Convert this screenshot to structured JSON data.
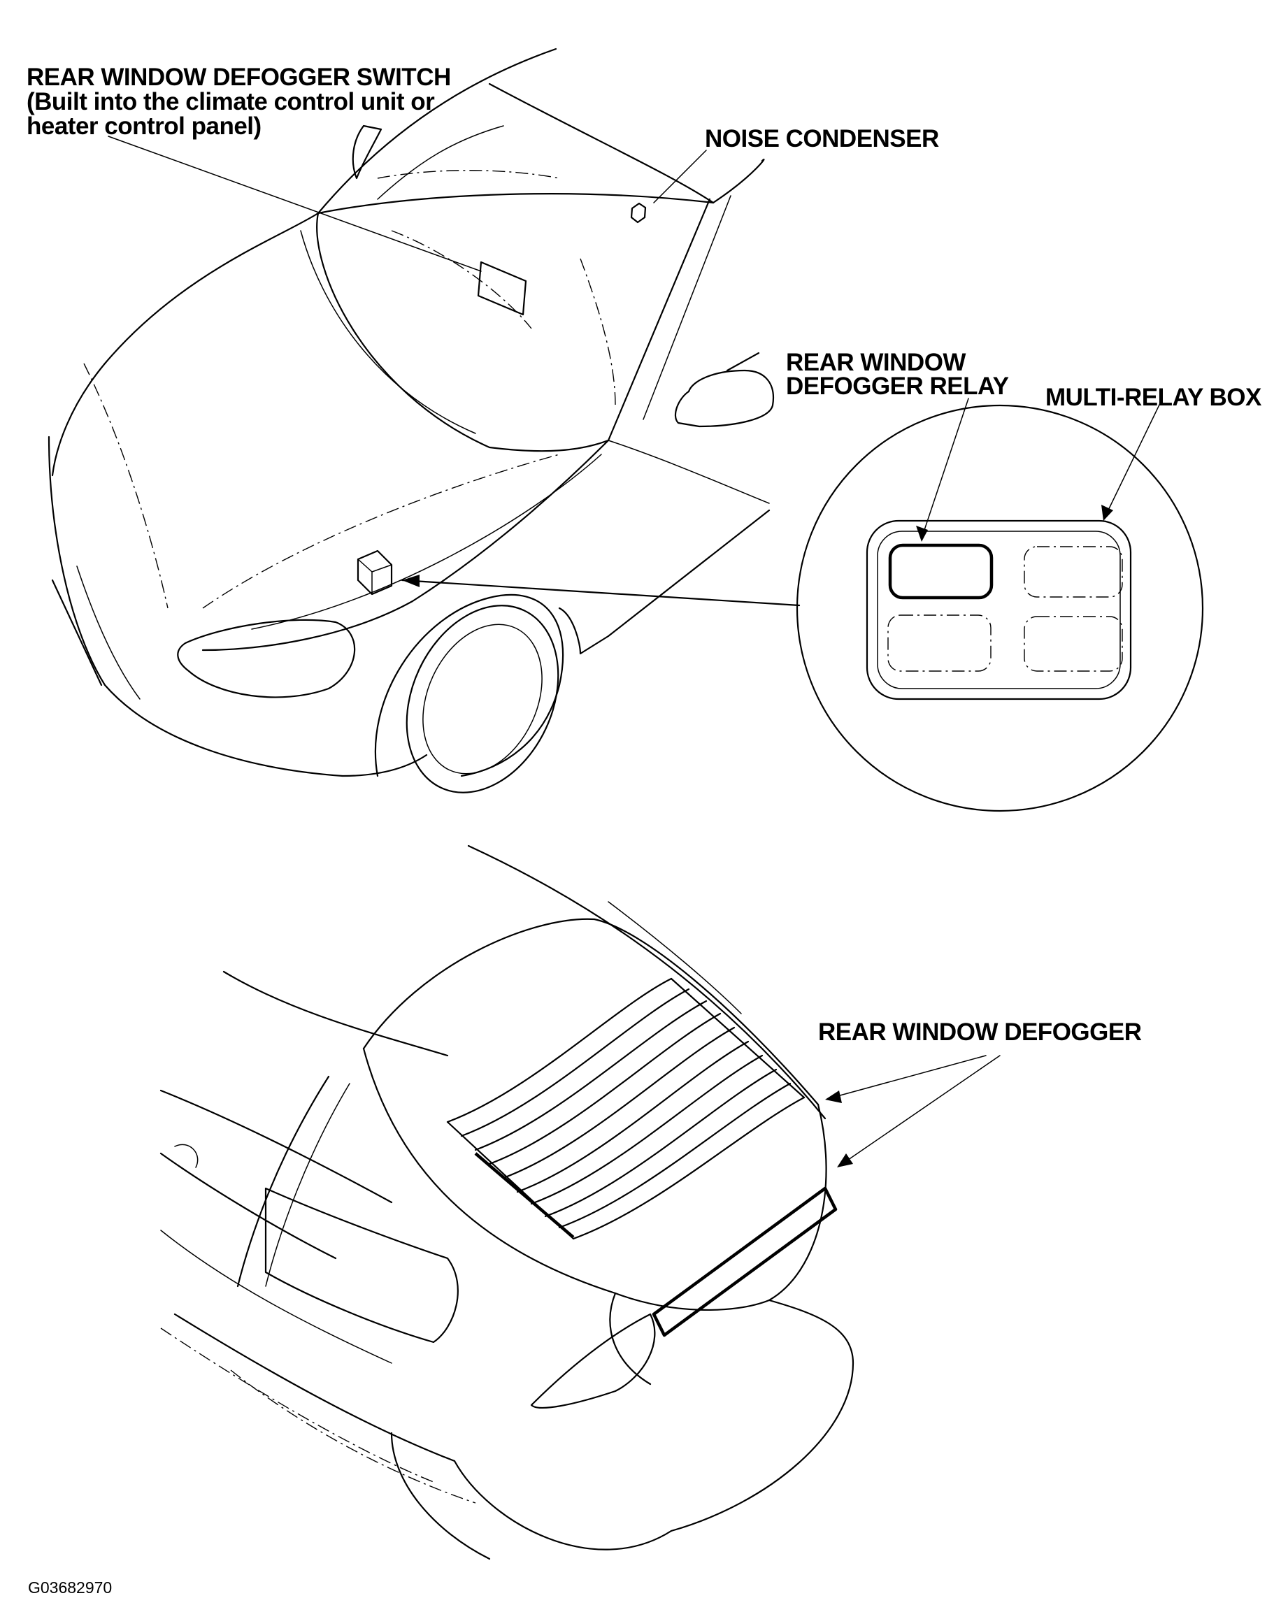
{
  "labels": {
    "switch_line1": "REAR WINDOW DEFOGGER SWITCH",
    "switch_line2": "(Built into the climate control unit or",
    "switch_line3": "heater control panel)",
    "noise_condenser": "NOISE CONDENSER",
    "relay_line1": "REAR WINDOW",
    "relay_line2": "DEFOGGER RELAY",
    "multi_relay_box": "MULTI-RELAY BOX",
    "rear_window_defogger": "REAR WINDOW DEFOGGER"
  },
  "figure_code": "G03682970"
}
